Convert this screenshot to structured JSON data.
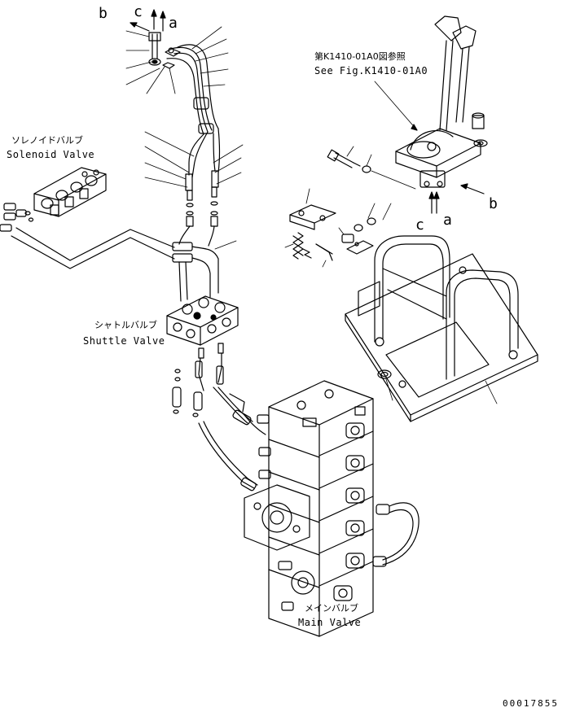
{
  "labels": {
    "solenoid_jp": "ソレノイドバルブ",
    "solenoid_en": "Solenoid Valve",
    "shuttle_jp": "シャトルバルブ",
    "shuttle_en": "Shuttle Valve",
    "main_jp": "メインバルブ",
    "main_en": "Main Valve",
    "ref_jp": "第K1410-01A0図参照",
    "ref_en": "See Fig.K1410-01A0"
  },
  "arrows_top": {
    "b": "b",
    "c": "c",
    "a": "a"
  },
  "arrows_lever": {
    "b": "b",
    "c": "c",
    "a": "a"
  },
  "catalog_number": "00017855",
  "colors": {
    "line": "#000000",
    "background": "#ffffff"
  }
}
